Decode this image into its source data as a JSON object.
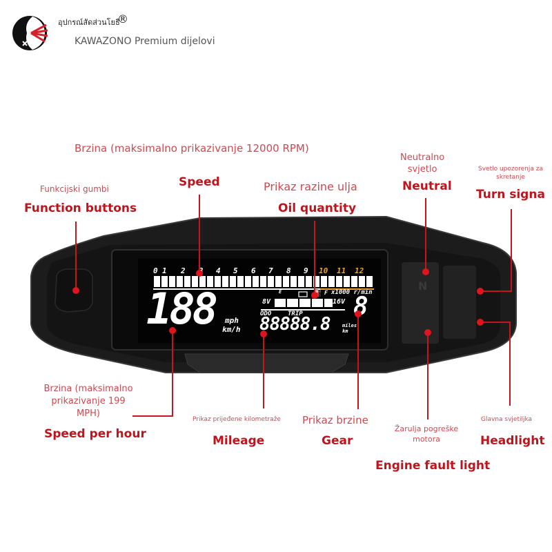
{
  "brand": {
    "thai_name": "อุปกรณ์สัดส่วนโยธี",
    "registered_mark": "®",
    "name": "KAWAZONO Premium dijelovi",
    "logo_icon": "kawazono-logo-icon",
    "colors": {
      "logo_red": "#d8202a",
      "logo_black": "#111111"
    }
  },
  "annotations": {
    "rpm": {
      "hr": "Brzina (maksimalno prikazivanje 12000 RPM)",
      "en": "Speed"
    },
    "function_buttons": {
      "hr": "Funkcijski gumbi",
      "en": "Function buttons"
    },
    "oil": {
      "hr": "Prikaz razine ulja",
      "en": "Oil quantity"
    },
    "neutral": {
      "hr": "Neutralno svjetlo",
      "hr_line1": "Neutralno",
      "hr_line2": "svjetlo",
      "en": "Neutral"
    },
    "turn_signal": {
      "hr_line1": "Svetlo upozorenja za",
      "hr_line2": "skretanje",
      "en": "Turn signa"
    },
    "speed_per_hour": {
      "hr_line1": "Brzina (maksimalno",
      "hr_line2": "prikazivanje 199",
      "hr_line3": "MPH)",
      "en": "Speed per hour"
    },
    "mileage": {
      "hr": "Prikaz prijeđene kilometraže",
      "en": "Mileage"
    },
    "gear": {
      "hr": "Prikaz brzine",
      "en": "Gear"
    },
    "engine_fault": {
      "hr_line1": "Žarulja pogreške",
      "hr_line2": "motora",
      "en": "Engine fault light"
    },
    "headlight": {
      "hr": "Glavna svjetiljka",
      "en": "Headlight"
    }
  },
  "dashboard": {
    "rpm_ticks": [
      "0",
      "1",
      "2",
      "3",
      "4",
      "5",
      "6",
      "7",
      "8",
      "9",
      "10",
      "11",
      "12"
    ],
    "rpm_unit": "x1000 r/min",
    "speed_digits": "188",
    "speed_unit_mph": "mph",
    "speed_unit_kmh": "km/h",
    "fuel_e": "E",
    "fuel_f": "F",
    "volt_low": "8V",
    "volt_high": "16V",
    "odo_label": "ODO",
    "trip_label": "TRIP",
    "odometer": "88888.8",
    "odo_unit_miles": "miles",
    "odo_unit_km": "km",
    "gear_digit": "8",
    "neutral_glyph": "N",
    "colors": {
      "body": "#1a1a1a",
      "screen": "#050505",
      "lcd": "#ffffff",
      "redline": "#f0a020",
      "annotation": "#c8141c"
    }
  }
}
